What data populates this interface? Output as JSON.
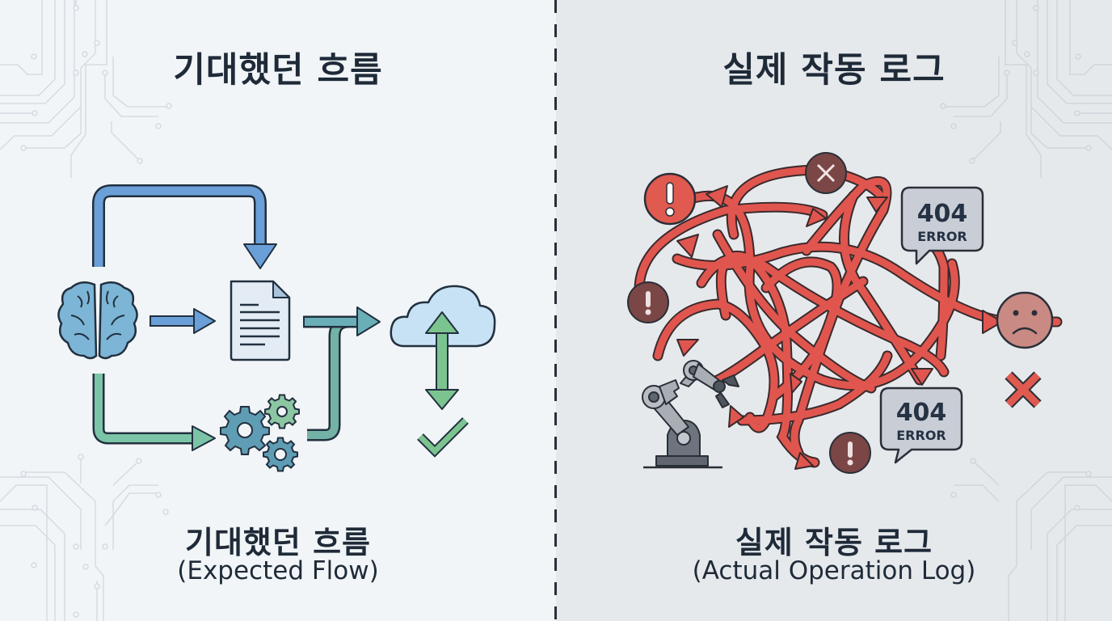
{
  "left_panel": {
    "title": "기대했던 흐름",
    "caption_ko": "기대했던 흐름",
    "caption_en": "(Expected Flow)",
    "background": "#f1f5f8",
    "flow_nodes": [
      "brain-icon",
      "document-icon",
      "gears-icon",
      "cloud-icon",
      "checkmark-icon"
    ],
    "colors": {
      "blue": "#6a9fd8",
      "teal": "#6aaeb3",
      "green": "#7cc48f",
      "cloud": "#c7e2f4",
      "outline": "#22303f"
    }
  },
  "right_panel": {
    "title": "실제 작동 로그",
    "caption_ko": "실제 작동 로그",
    "caption_en": "(Actual Operation Log)",
    "background": "#e6e9ec",
    "error_bubbles": [
      {
        "code": "404",
        "label": "ERROR"
      },
      {
        "code": "404",
        "label": "ERROR"
      }
    ],
    "alert_icons": [
      "exclamation-icon",
      "exclamation-icon",
      "exclamation-icon",
      "x-circle-icon",
      "sad-face-icon",
      "x-mark-icon",
      "broken-robot-arm-icon"
    ],
    "colors": {
      "tangle": "#e0564f",
      "tangle_dark": "#b55a57",
      "alert_red": "#e05a50",
      "alert_dark": "#7a4646",
      "bubble": "#c9ced6",
      "outline": "#2a2f37"
    }
  }
}
